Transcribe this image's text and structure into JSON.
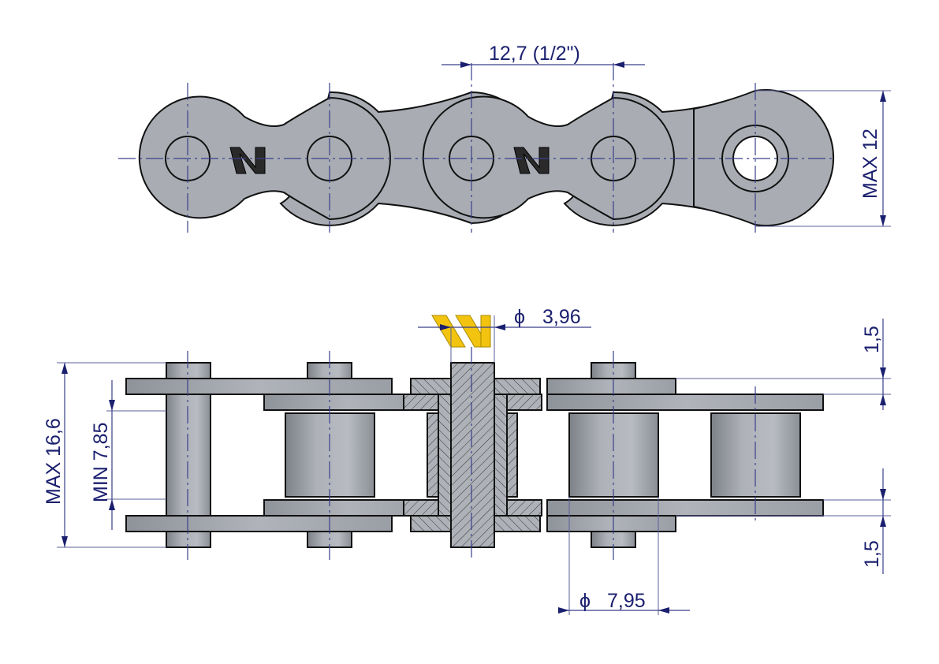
{
  "drawing": {
    "title": "Roller chain 08B-1 technical drawing",
    "colors": {
      "plate_fill": "#a9adb3",
      "outline": "#111111",
      "dimension": "#1a1f6e",
      "logo_top": "#2a2a2a",
      "logo_section": "#f2c40f",
      "background": "#ffffff"
    },
    "top_view": {
      "pitch_label": "12,7  (1/2\")",
      "height_label": "MAX 12"
    },
    "side_view": {
      "pin_diameter_label": "3,96",
      "pin_diameter_symbol": "ϕ",
      "overall_width_label": "MAX 16,6",
      "inner_width_label": "MIN 7,85",
      "plate_thickness_top_label": "1,5",
      "plate_thickness_bottom_label": "1,5",
      "roller_diameter_label": "7,95",
      "roller_diameter_symbol": "ϕ"
    },
    "logo_icon": "zigzag-w-logo"
  }
}
